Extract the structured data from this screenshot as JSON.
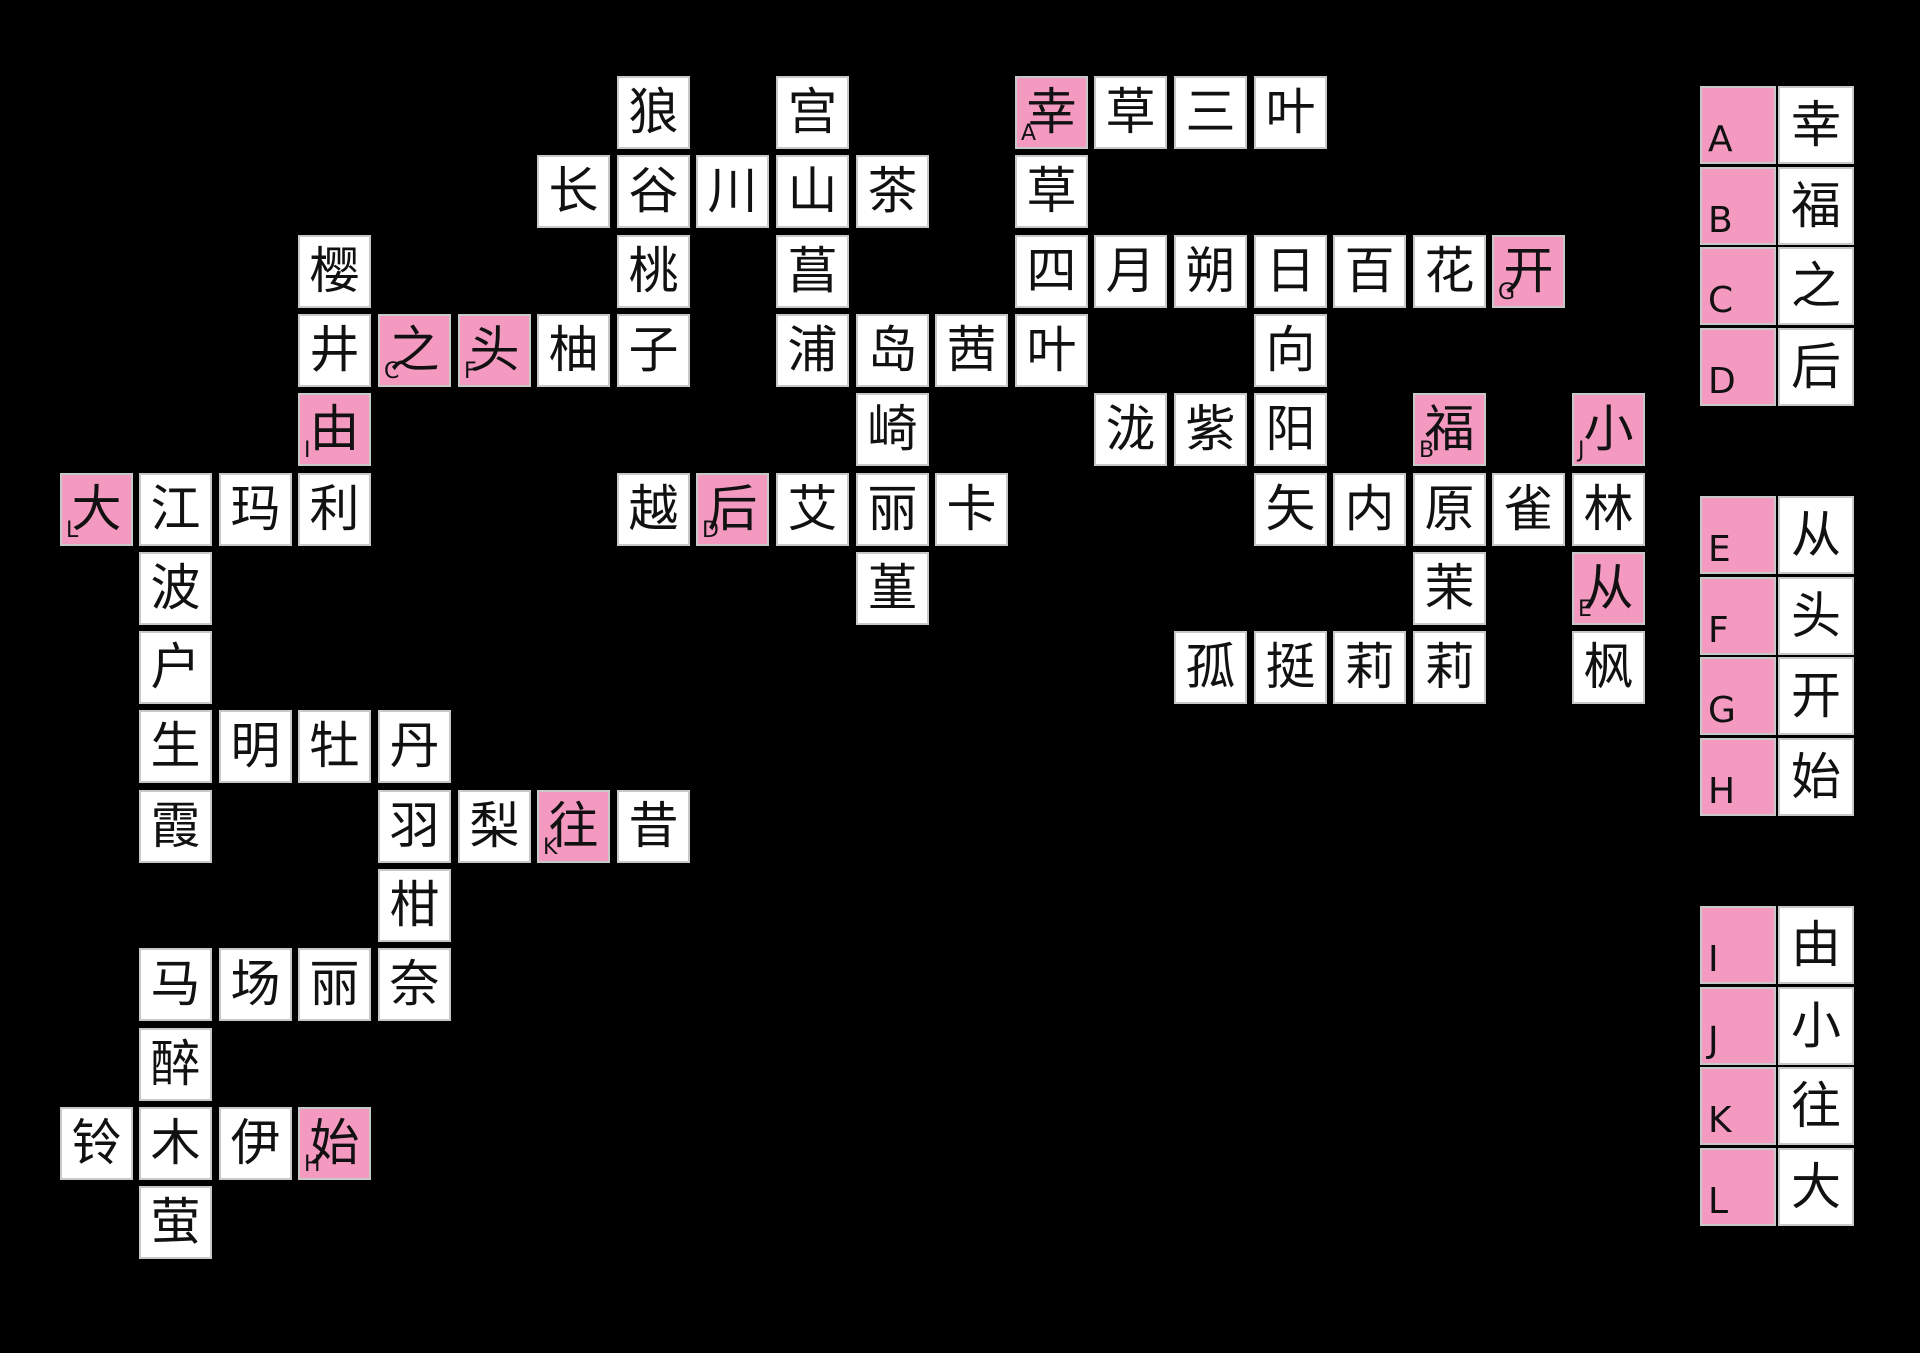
{
  "colors": {
    "background": "#000000",
    "cell": "#ffffff",
    "highlight": "#f49ac1",
    "text": "#111111"
  },
  "grid": [
    {
      "r": 0,
      "c": 8,
      "ch": "狼"
    },
    {
      "r": 0,
      "c": 10,
      "ch": "宫"
    },
    {
      "r": 0,
      "c": 13,
      "ch": "幸",
      "hl": true,
      "tag": "A"
    },
    {
      "r": 0,
      "c": 14,
      "ch": "草"
    },
    {
      "r": 0,
      "c": 15,
      "ch": "三"
    },
    {
      "r": 0,
      "c": 16,
      "ch": "叶"
    },
    {
      "r": 1,
      "c": 7,
      "ch": "长"
    },
    {
      "r": 1,
      "c": 8,
      "ch": "谷"
    },
    {
      "r": 1,
      "c": 9,
      "ch": "川"
    },
    {
      "r": 1,
      "c": 10,
      "ch": "山"
    },
    {
      "r": 1,
      "c": 11,
      "ch": "茶"
    },
    {
      "r": 1,
      "c": 13,
      "ch": "草"
    },
    {
      "r": 2,
      "c": 4,
      "ch": "樱"
    },
    {
      "r": 2,
      "c": 8,
      "ch": "桃"
    },
    {
      "r": 2,
      "c": 10,
      "ch": "菖"
    },
    {
      "r": 2,
      "c": 13,
      "ch": "四"
    },
    {
      "r": 2,
      "c": 14,
      "ch": "月"
    },
    {
      "r": 2,
      "c": 15,
      "ch": "朔"
    },
    {
      "r": 2,
      "c": 16,
      "ch": "日"
    },
    {
      "r": 2,
      "c": 17,
      "ch": "百"
    },
    {
      "r": 2,
      "c": 18,
      "ch": "花"
    },
    {
      "r": 2,
      "c": 19,
      "ch": "开",
      "hl": true,
      "tag": "G"
    },
    {
      "r": 3,
      "c": 4,
      "ch": "井"
    },
    {
      "r": 3,
      "c": 5,
      "ch": "之",
      "hl": true,
      "tag": "C"
    },
    {
      "r": 3,
      "c": 6,
      "ch": "头",
      "hl": true,
      "tag": "F"
    },
    {
      "r": 3,
      "c": 7,
      "ch": "柚"
    },
    {
      "r": 3,
      "c": 8,
      "ch": "子"
    },
    {
      "r": 3,
      "c": 10,
      "ch": "浦"
    },
    {
      "r": 3,
      "c": 11,
      "ch": "岛"
    },
    {
      "r": 3,
      "c": 12,
      "ch": "茜"
    },
    {
      "r": 3,
      "c": 13,
      "ch": "叶"
    },
    {
      "r": 3,
      "c": 16,
      "ch": "向"
    },
    {
      "r": 4,
      "c": 4,
      "ch": "由",
      "hl": true,
      "tag": "I"
    },
    {
      "r": 4,
      "c": 11,
      "ch": "崎"
    },
    {
      "r": 4,
      "c": 14,
      "ch": "泷"
    },
    {
      "r": 4,
      "c": 15,
      "ch": "紫"
    },
    {
      "r": 4,
      "c": 16,
      "ch": "阳"
    },
    {
      "r": 4,
      "c": 18,
      "ch": "福",
      "hl": true,
      "tag": "B"
    },
    {
      "r": 4,
      "c": 20,
      "ch": "小",
      "hl": true,
      "tag": "J"
    },
    {
      "r": 5,
      "c": 1,
      "ch": "大",
      "hl": true,
      "tag": "L"
    },
    {
      "r": 5,
      "c": 2,
      "ch": "江"
    },
    {
      "r": 5,
      "c": 3,
      "ch": "玛"
    },
    {
      "r": 5,
      "c": 4,
      "ch": "利"
    },
    {
      "r": 5,
      "c": 8,
      "ch": "越"
    },
    {
      "r": 5,
      "c": 9,
      "ch": "后",
      "hl": true,
      "tag": "D"
    },
    {
      "r": 5,
      "c": 10,
      "ch": "艾"
    },
    {
      "r": 5,
      "c": 11,
      "ch": "丽"
    },
    {
      "r": 5,
      "c": 12,
      "ch": "卡"
    },
    {
      "r": 5,
      "c": 16,
      "ch": "矢"
    },
    {
      "r": 5,
      "c": 17,
      "ch": "内"
    },
    {
      "r": 5,
      "c": 18,
      "ch": "原"
    },
    {
      "r": 5,
      "c": 19,
      "ch": "雀"
    },
    {
      "r": 5,
      "c": 20,
      "ch": "林"
    },
    {
      "r": 6,
      "c": 2,
      "ch": "波"
    },
    {
      "r": 6,
      "c": 11,
      "ch": "堇"
    },
    {
      "r": 6,
      "c": 18,
      "ch": "茉"
    },
    {
      "r": 6,
      "c": 20,
      "ch": "从",
      "hl": true,
      "tag": "E"
    },
    {
      "r": 7,
      "c": 2,
      "ch": "户"
    },
    {
      "r": 7,
      "c": 15,
      "ch": "孤"
    },
    {
      "r": 7,
      "c": 16,
      "ch": "挺"
    },
    {
      "r": 7,
      "c": 17,
      "ch": "莉"
    },
    {
      "r": 7,
      "c": 18,
      "ch": "莉"
    },
    {
      "r": 7,
      "c": 20,
      "ch": "枫"
    },
    {
      "r": 8,
      "c": 2,
      "ch": "生"
    },
    {
      "r": 8,
      "c": 3,
      "ch": "明"
    },
    {
      "r": 8,
      "c": 4,
      "ch": "牡"
    },
    {
      "r": 8,
      "c": 5,
      "ch": "丹"
    },
    {
      "r": 9,
      "c": 2,
      "ch": "霞"
    },
    {
      "r": 9,
      "c": 5,
      "ch": "羽"
    },
    {
      "r": 9,
      "c": 6,
      "ch": "梨"
    },
    {
      "r": 9,
      "c": 7,
      "ch": "往",
      "hl": true,
      "tag": "K"
    },
    {
      "r": 9,
      "c": 8,
      "ch": "昔"
    },
    {
      "r": 10,
      "c": 5,
      "ch": "柑"
    },
    {
      "r": 11,
      "c": 2,
      "ch": "马"
    },
    {
      "r": 11,
      "c": 3,
      "ch": "场"
    },
    {
      "r": 11,
      "c": 4,
      "ch": "丽"
    },
    {
      "r": 11,
      "c": 5,
      "ch": "奈"
    },
    {
      "r": 12,
      "c": 2,
      "ch": "醉"
    },
    {
      "r": 13,
      "c": 1,
      "ch": "铃"
    },
    {
      "r": 13,
      "c": 2,
      "ch": "木"
    },
    {
      "r": 13,
      "c": 3,
      "ch": "伊"
    },
    {
      "r": 13,
      "c": 4,
      "ch": "始",
      "hl": true,
      "tag": "H"
    },
    {
      "r": 14,
      "c": 2,
      "ch": "萤"
    }
  ],
  "key_groups": [
    {
      "entries": [
        {
          "letter": "A",
          "char": "幸"
        },
        {
          "letter": "B",
          "char": "福"
        },
        {
          "letter": "C",
          "char": "之"
        },
        {
          "letter": "D",
          "char": "后"
        }
      ]
    },
    {
      "entries": [
        {
          "letter": "E",
          "char": "从"
        },
        {
          "letter": "F",
          "char": "头"
        },
        {
          "letter": "G",
          "char": "开"
        },
        {
          "letter": "H",
          "char": "始"
        }
      ]
    },
    {
      "entries": [
        {
          "letter": "I",
          "char": "由"
        },
        {
          "letter": "J",
          "char": "小"
        },
        {
          "letter": "K",
          "char": "往"
        },
        {
          "letter": "L",
          "char": "大"
        }
      ]
    }
  ]
}
